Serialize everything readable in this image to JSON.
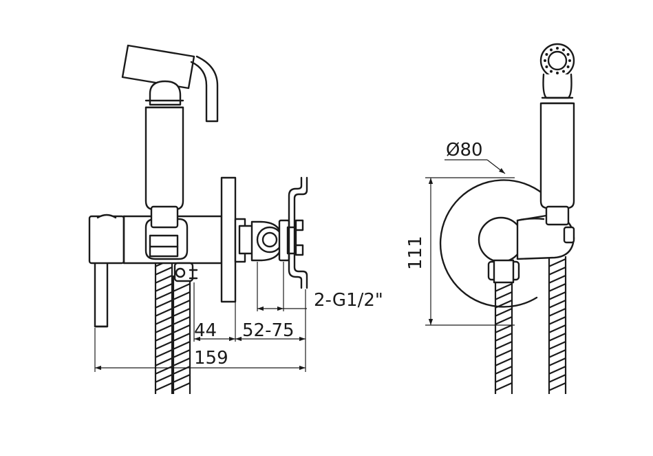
{
  "dimensions": {
    "d44": "44",
    "d52_75": "52-75",
    "d159": "159",
    "thread": "2-G1/2\"",
    "diameter": "Ø80",
    "height": "111"
  },
  "colors": {
    "line": "#1a1a1a",
    "background": "#ffffff"
  }
}
